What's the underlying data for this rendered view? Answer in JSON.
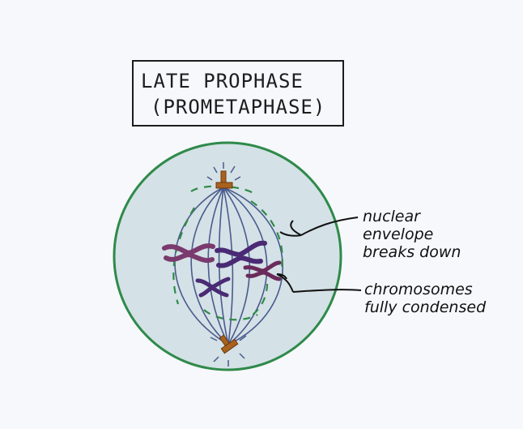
{
  "title": {
    "line1": "LATE PROPHASE",
    "line2": "(PROMETAPHASE)"
  },
  "labels": {
    "nuclear_envelope": [
      "nuclear",
      "envelope",
      "breaks down"
    ],
    "chromosomes": [
      "chromosomes",
      "fully condensed"
    ]
  },
  "colors": {
    "background": "#f6f8fc",
    "cell_fill": "#d4e1e6",
    "cell_membrane": "#2f8a4a",
    "spindle": "#4a5a8e",
    "envelope_fragments": "#2f8a4a",
    "centrosome": "#a8621e",
    "chromosome_a": "#7a3a6e",
    "chromosome_b": "#4a2a74",
    "chromosome_c": "#6a2a5a"
  }
}
